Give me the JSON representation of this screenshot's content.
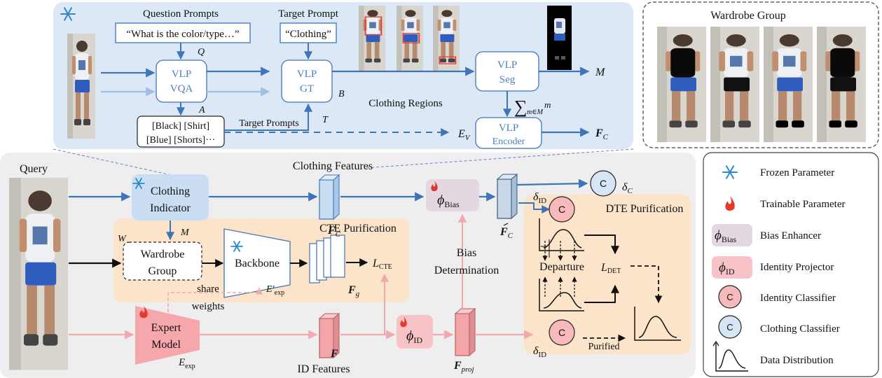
{
  "top_panel": {
    "question_prompts_label": "Question Prompts",
    "question_text": "“What is the color/type…”",
    "target_prompt_label": "Target Prompt",
    "target_text": "“Clothing”",
    "q_symbol": "Q",
    "a_symbol": "A",
    "b_symbol": "B",
    "t_symbol": "T",
    "m_symbol": "M",
    "ev_symbol": "E",
    "ev_sub": "V",
    "fc_symbol": "F",
    "fc_sub": "C",
    "sum_symbol": "∑",
    "sum_sub": "m∈M",
    "sum_m": "m",
    "vqa_line1": "VLP",
    "vqa_line2": "VQA",
    "gt_line1": "VLP",
    "gt_line2": "GT",
    "seg_line1": "VLP",
    "seg_line2": "Seg",
    "enc_line1": "VLP",
    "enc_line2": "Encoder",
    "answers_line1": "[Black] [Shirt]",
    "answers_line2": "[Blue] [Shorts]···",
    "target_prompts_label": "Target Prompts",
    "clothing_regions_label": "Clothing Regions"
  },
  "wardrobe_panel": {
    "title": "Wardrobe Group"
  },
  "main_panel": {
    "query_label": "Query",
    "clothing_features_label": "Clothing Features",
    "clothing_indicator_line1": "Clothing",
    "clothing_indicator_line2": "Indicator",
    "w_symbol": "W",
    "m_symbol": "M",
    "wardrobe_line1": "Wardrobe",
    "wardrobe_line2": "Group",
    "backbone": "Backbone",
    "cte_title": "CTE Purification",
    "l_cte": "L",
    "l_cte_sub": "CTE",
    "e_exp_prime": "E′",
    "e_exp_prime_sub": "exp",
    "share_line1": "share",
    "share_line2": "weights",
    "expert_line1": "Expert",
    "expert_line2": "Model",
    "e_exp": "E",
    "e_exp_sub": "exp",
    "fc": "F",
    "fc_sub": "C",
    "fg": "F",
    "fg_sub": "g",
    "f": "F",
    "id_features": "ID Features",
    "phi": "ϕ",
    "phi_bias_sub": "Bias",
    "phi_id_sub": "ID",
    "bias_line1": "Bias",
    "bias_line2": "Determination",
    "fc_hat": "F",
    "fc_hat_sub": "C",
    "fproj": "F",
    "fproj_sub": "proj",
    "dte_title": "DTE Purification",
    "delta": "δ",
    "delta_id_sub": "ID",
    "delta_c_sub": "C",
    "classifier_c": "C",
    "departure": "Departure",
    "l_det": "L",
    "l_det_sub": "DET",
    "purified": "Purified"
  },
  "legend": {
    "frozen": "Frozen Parameter",
    "trainable": "Trainable Parameter",
    "bias_enhancer": "Bias Enhancer",
    "identity_projector": "Identity Projector",
    "identity_classifier": "Identity Classifier",
    "clothing_classifier": "Clothing Classifier",
    "data_distribution": "Data Distribution",
    "phi": "ϕ",
    "bias_sub": "Bias",
    "id_sub": "ID",
    "c": "C"
  },
  "colors": {
    "top_panel_bg": "#dce8f6",
    "main_panel_bg": "#eeeeee",
    "orange_region": "#fbe4c9",
    "blue_arrow": "#3f74b9",
    "light_blue_arrow": "#9fc0e4",
    "pink_arrow": "#f2a9ad",
    "indicator_fill": "#c9def2",
    "bias_fill": "#e3d7e2",
    "id_fill": "#f8c3c6",
    "classifier_id": "#f7b9bc",
    "classifier_c": "#d6e6f6",
    "expert_fill": "#f6a7ab"
  }
}
